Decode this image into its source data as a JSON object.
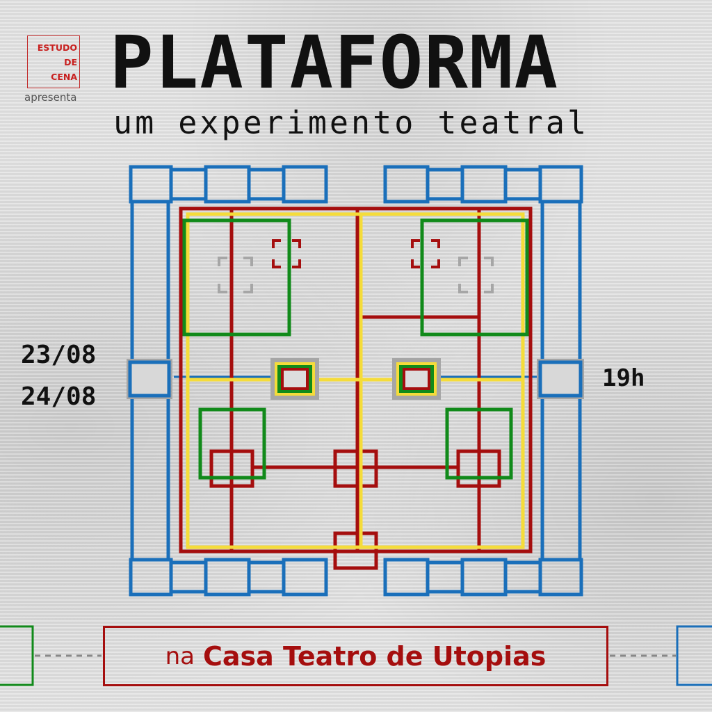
{
  "logo": {
    "line1": "ESTUDO",
    "line2": "DE",
    "line3": "CENA"
  },
  "presents": "apresenta",
  "title": "PLATAFORMA",
  "subtitle": "um experimento teatral",
  "dates": [
    "23/08",
    "24/08"
  ],
  "time": "19h",
  "venue": {
    "prefix": "na",
    "name": "Casa Teatro de Utopias"
  },
  "colors": {
    "blue": "#1a6fba",
    "red": "#a50e0e",
    "green": "#118a1a",
    "yellow": "#f5dc3a",
    "gray": "#a6a6a6"
  }
}
